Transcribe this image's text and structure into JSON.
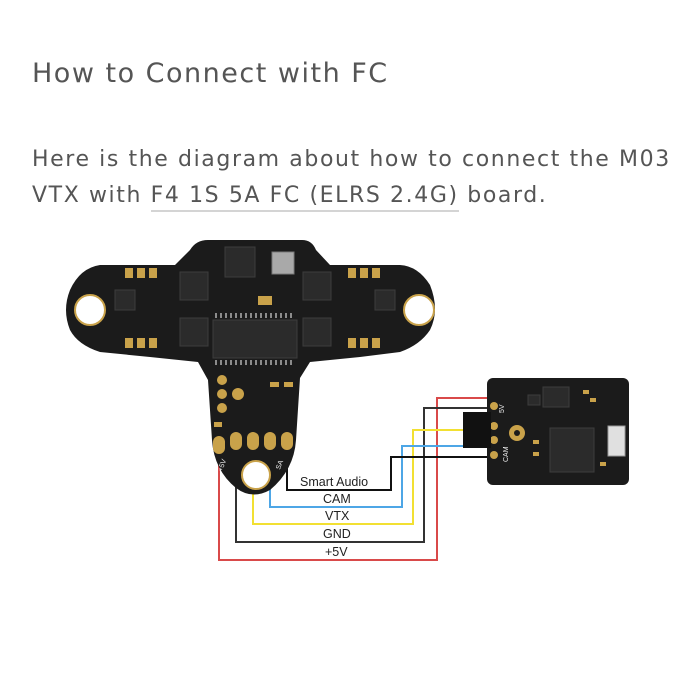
{
  "article": {
    "heading": "How to Connect with FC",
    "intro_before": "Here is the diagram about how to connect the M03 VTX with ",
    "intro_link": "F4 1S 5A FC (ELRS 2.4G)",
    "intro_after": " board."
  },
  "diagram": {
    "wires": [
      {
        "label": "Smart Audio",
        "color": "#111111"
      },
      {
        "label": "CAM",
        "color": "#4da6e6"
      },
      {
        "label": "VTX",
        "color": "#f2e032"
      },
      {
        "label": "GND",
        "color": "#333333"
      },
      {
        "label": "+5V",
        "color": "#d94a4a"
      }
    ],
    "fc_pad_labels": [
      "+5V",
      "SA"
    ],
    "vtx_pad_labels": [
      "5V",
      "CAM"
    ]
  }
}
